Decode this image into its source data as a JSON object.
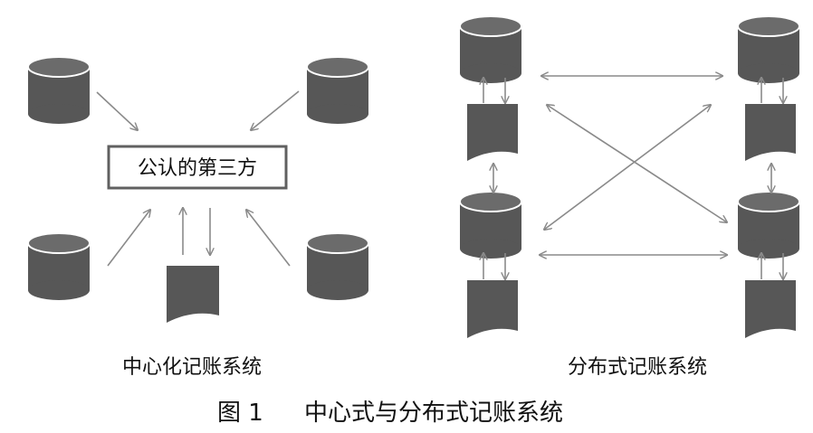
{
  "centralized": {
    "third_party_label": "公认的第三方",
    "caption": "中心化记账系统"
  },
  "distributed": {
    "caption": "分布式记账系统"
  },
  "figure": {
    "number": "图 1",
    "title": "中心式与分布式记账系统"
  },
  "colors": {
    "node_fill": "#575757",
    "node_top": "#6b6b6b",
    "arrow": "#8a8a8a",
    "box_border": "#606060"
  },
  "icons": [
    "database-icon",
    "document-icon"
  ]
}
